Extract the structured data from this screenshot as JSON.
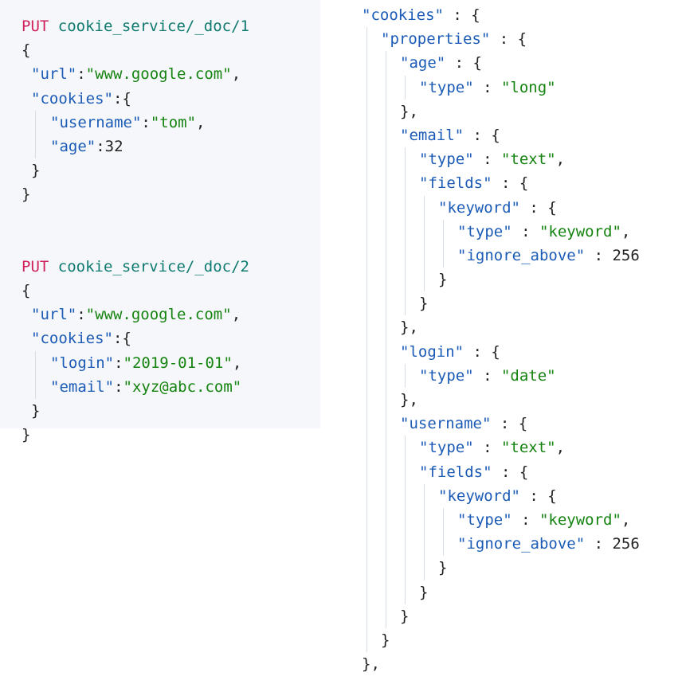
{
  "left": {
    "doc1": {
      "method": "PUT",
      "path": "cookie_service/_doc/1",
      "open": "{",
      "url_key": "\"url\"",
      "url_sep": ":",
      "url_val": "\"www.google.com\"",
      "url_end": ",",
      "cookies_key": "\"cookies\"",
      "cookies_open": ":{",
      "username_key": "\"username\"",
      "username_sep": ":",
      "username_val": "\"tom\"",
      "username_end": ",",
      "age_key": "\"age\"",
      "age_sep": ":",
      "age_val": "32",
      "cookies_close": "}",
      "close": "}"
    },
    "doc2": {
      "method": "PUT",
      "path": "cookie_service/_doc/2",
      "open": "{",
      "url_key": "\"url\"",
      "url_sep": ":",
      "url_val": "\"www.google.com\"",
      "url_end": ",",
      "cookies_key": "\"cookies\"",
      "cookies_open": ":{",
      "login_key": "\"login\"",
      "login_sep": ":",
      "login_val": "\"2019-01-01\"",
      "login_end": ",",
      "email_key": "\"email\"",
      "email_sep": ":",
      "email_val": "\"xyz@abc.com\"",
      "cookies_close": "}",
      "close": "}"
    }
  },
  "right": {
    "lines": [
      {
        "k": "\"cookies\"",
        "p": " : {"
      },
      {
        "k": "\"properties\"",
        "p": " : {"
      },
      {
        "k": "\"age\"",
        "p": " : {"
      },
      {
        "k": "\"type\"",
        "p": " : ",
        "v": "\"long\""
      },
      {
        "p": "},"
      },
      {
        "k": "\"email\"",
        "p": " : {"
      },
      {
        "k": "\"type\"",
        "p": " : ",
        "v": "\"text\"",
        "e": ","
      },
      {
        "k": "\"fields\"",
        "p": " : {"
      },
      {
        "k": "\"keyword\"",
        "p": " : {"
      },
      {
        "k": "\"type\"",
        "p": " : ",
        "v": "\"keyword\"",
        "e": ","
      },
      {
        "k": "\"ignore_above\"",
        "p": " : ",
        "n": "256"
      },
      {
        "p": "}"
      },
      {
        "p": "}"
      },
      {
        "p": "},"
      },
      {
        "k": "\"login\"",
        "p": " : {"
      },
      {
        "k": "\"type\"",
        "p": " : ",
        "v": "\"date\""
      },
      {
        "p": "},"
      },
      {
        "k": "\"username\"",
        "p": " : {"
      },
      {
        "k": "\"type\"",
        "p": " : ",
        "v": "\"text\"",
        "e": ","
      },
      {
        "k": "\"fields\"",
        "p": " : {"
      },
      {
        "k": "\"keyword\"",
        "p": " : {"
      },
      {
        "k": "\"type\"",
        "p": " : ",
        "v": "\"keyword\"",
        "e": ","
      },
      {
        "k": "\"ignore_above\"",
        "p": " : ",
        "n": "256"
      },
      {
        "p": "}"
      },
      {
        "p": "}"
      },
      {
        "p": "}"
      },
      {
        "p": "}"
      },
      {
        "p": "},"
      }
    ]
  },
  "colors": {
    "method": "#d0215b",
    "path": "#0f7a6f",
    "key": "#1b5bb6",
    "string": "#14830f",
    "panel_bg": "#f5f7fa"
  }
}
